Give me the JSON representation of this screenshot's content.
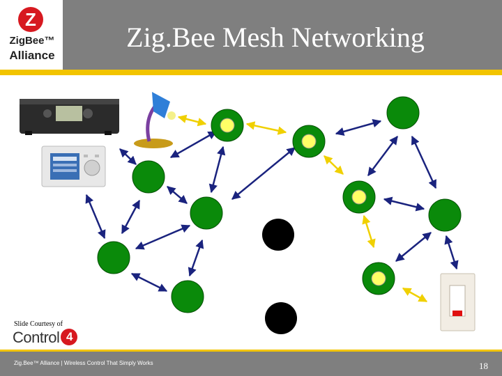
{
  "header": {
    "title": "Zig.Bee Mesh Networking",
    "logo": {
      "mark": "Z",
      "line1": "ZigBee™",
      "line2": "Alliance"
    }
  },
  "credit": {
    "text": "Slide Courtesy of",
    "brand": "Control",
    "brand_mark": "4"
  },
  "footer": {
    "text": "Zig.Bee™ Alliance | Wireless Control That Simply Works",
    "page_number": "18"
  },
  "colors": {
    "header_gray": "#7f7f7f",
    "accent_gold": "#f2c400",
    "router_green": "#0a8a0a",
    "end_device_yellow": "#ffff66",
    "link_blue": "#1a237e",
    "link_yellow": "#f0d000",
    "failed_node_black": "#000000"
  }
}
